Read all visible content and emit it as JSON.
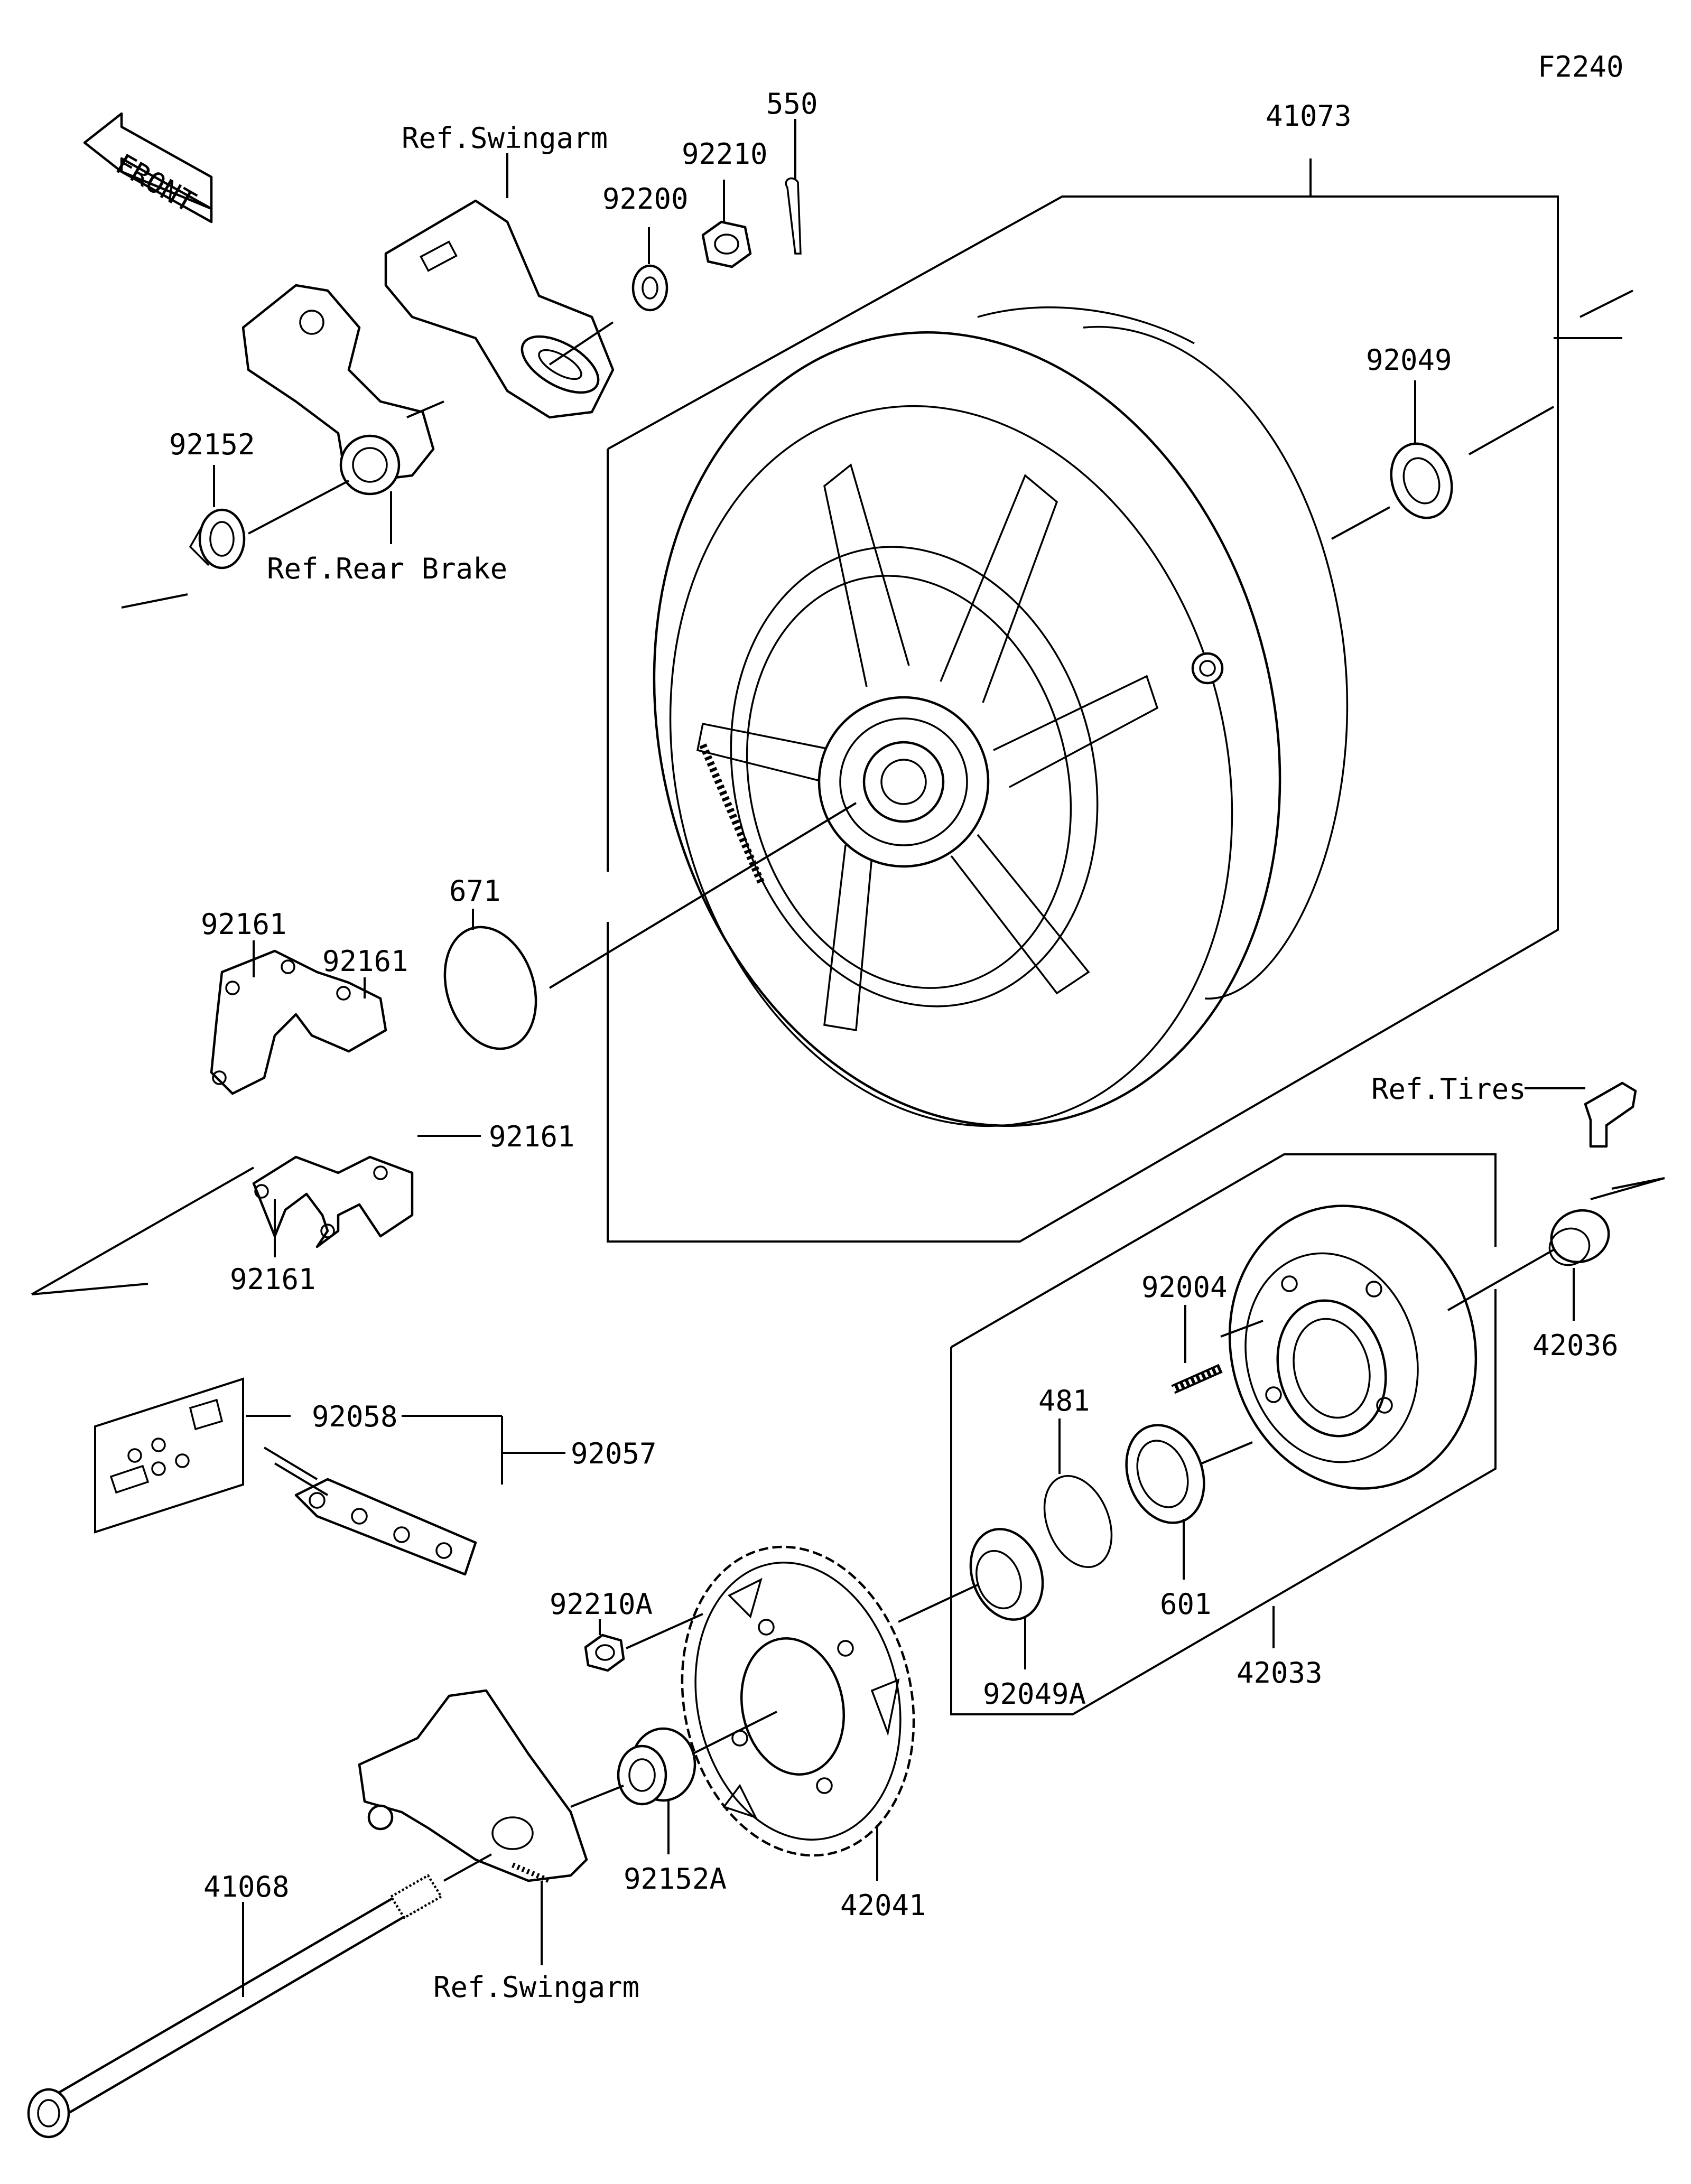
{
  "diagram_code": "F2240",
  "front_arrow": "FRONT",
  "labels": {
    "p41073": "41073",
    "p550": "550",
    "p92210": "92210",
    "p92200": "92200",
    "ref_swingarm_top": "Ref.Swingarm",
    "p92049": "92049",
    "p92152": "92152",
    "ref_rear_brake": "Ref.Rear Brake",
    "p671": "671",
    "p92161_a": "92161",
    "p92161_b": "92161",
    "p92161_c": "92161",
    "p92161_d": "92161",
    "ref_tires": "Ref.Tires",
    "p92004": "92004",
    "p42036": "42036",
    "p481": "481",
    "p92058": "92058",
    "p92057": "92057",
    "p601": "601",
    "p92210A": "92210A",
    "p92049A": "92049A",
    "p42033": "42033",
    "p92152A": "92152A",
    "p42041": "42041",
    "p41068": "41068",
    "ref_swingarm_bottom": "Ref.Swingarm"
  }
}
